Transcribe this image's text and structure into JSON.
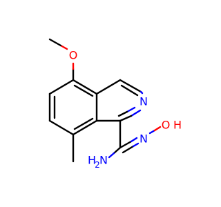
{
  "colors": {
    "bond": "#000000",
    "oxygen": "#ff0000",
    "nitrogen": "#0000ff"
  },
  "atoms": {
    "methoxy_oxygen": "O",
    "ring_nitrogen": "N",
    "hydroxyl_oxygen": "O",
    "hydroxyl_hydrogen": "H",
    "oxime_nitrogen": "N",
    "amine_nitrogen": "N",
    "amine_hydrogen": "H",
    "amine_subscript": "2"
  }
}
